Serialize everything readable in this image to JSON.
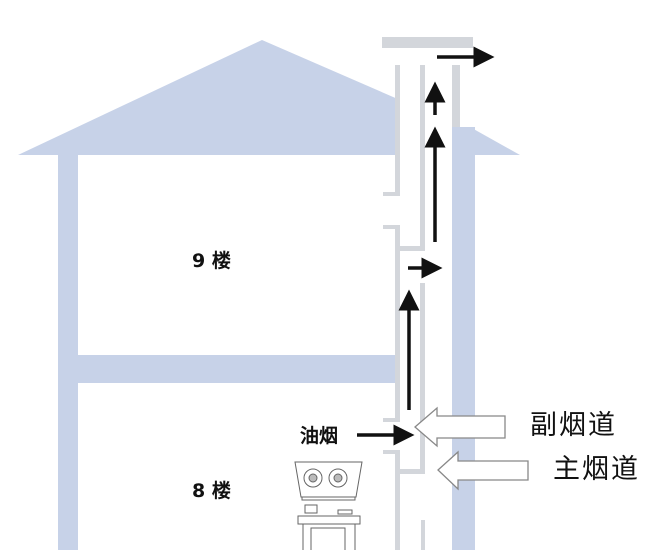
{
  "labels": {
    "floor_9": "9 楼",
    "floor_8": "8 楼",
    "oil_smoke": "油烟",
    "sub_flue": "副烟道",
    "main_flue": "主烟道"
  },
  "colors": {
    "building": "#c7d2e8",
    "duct_wall": "#d3d6db",
    "arrow": "#111111"
  }
}
